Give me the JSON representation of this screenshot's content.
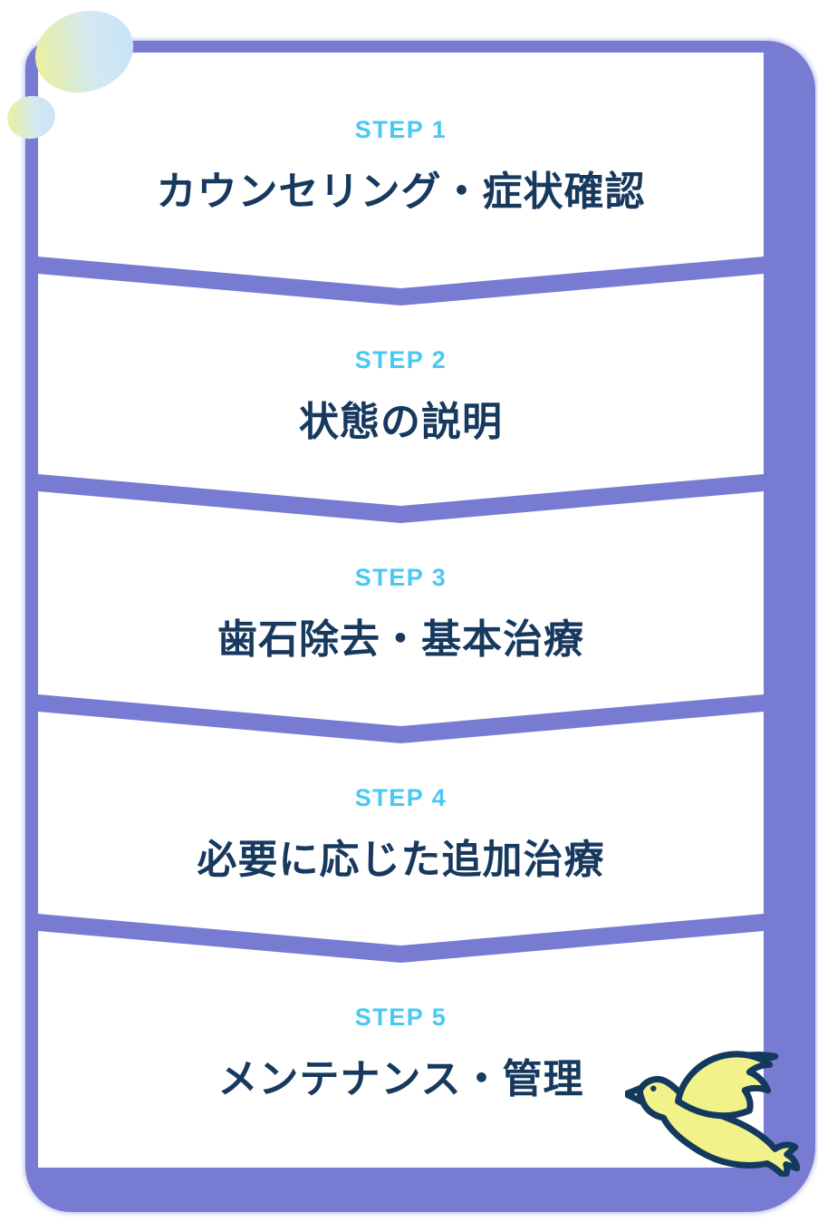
{
  "flow": {
    "panel_color": "#777CD2",
    "card_color": "#FFFFFF",
    "step_label_color": "#49C8F4",
    "title_color": "#17395E",
    "steps": [
      {
        "label": "STEP 1",
        "title": "カウンセリング・症状確認"
      },
      {
        "label": "STEP 2",
        "title": "状態の説明"
      },
      {
        "label": "STEP 3",
        "title": "歯石除去・基本治療"
      },
      {
        "label": "STEP 4",
        "title": "必要に応じた追加治療"
      },
      {
        "label": "STEP 5",
        "title": "メンテナンス・管理"
      }
    ]
  },
  "decorations": {
    "dove_icon": "dove-icon",
    "dove_fill": "#F1F38A",
    "dove_outline": "#14395E",
    "blob_gradient_from": "#E9F0A0",
    "blob_gradient_to": "#C9E4F8"
  }
}
